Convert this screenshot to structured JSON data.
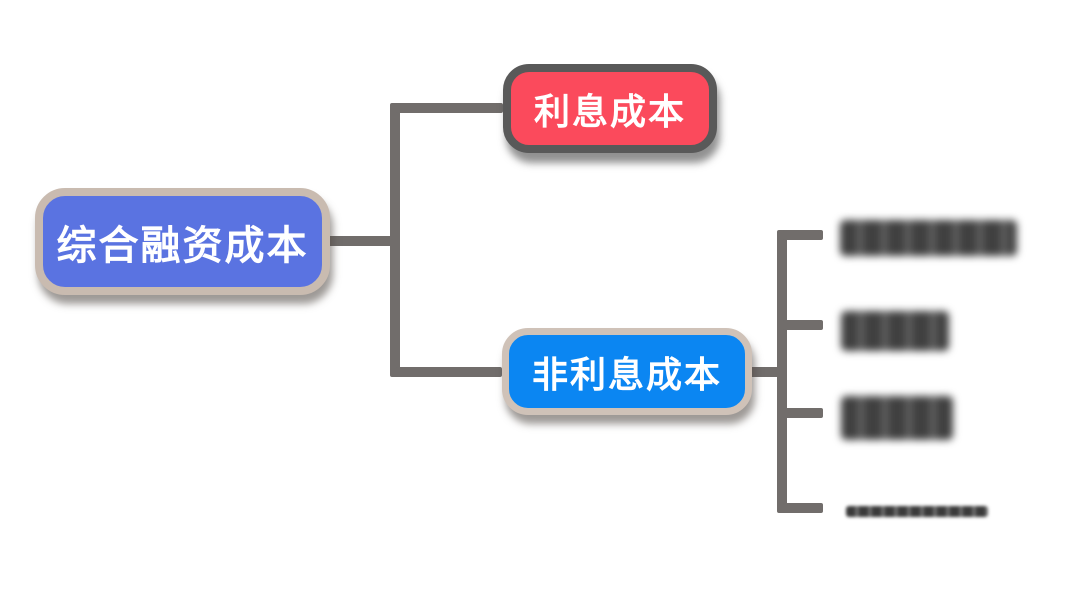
{
  "diagram": {
    "type": "mindmap",
    "background_color": "#ffffff",
    "edge_color": "#716d6b",
    "root": {
      "label": "综合融资成本",
      "fill": "#5a73e1",
      "border_color": "#c9bbb0",
      "text_color": "#ffffff"
    },
    "branches": [
      {
        "label": "利息成本",
        "fill": "#fb4a5c",
        "border_color": "#595959",
        "text_color": "#ffffff",
        "children": []
      },
      {
        "label": "非利息成本",
        "fill": "#0b86f2",
        "border_color": "#cfc2b8",
        "text_color": "#ffffff",
        "children": [
          {
            "label": "",
            "redacted": true
          },
          {
            "label": "",
            "redacted": true
          },
          {
            "label": "",
            "redacted": true
          },
          {
            "label": "",
            "redacted": true
          }
        ]
      }
    ]
  }
}
